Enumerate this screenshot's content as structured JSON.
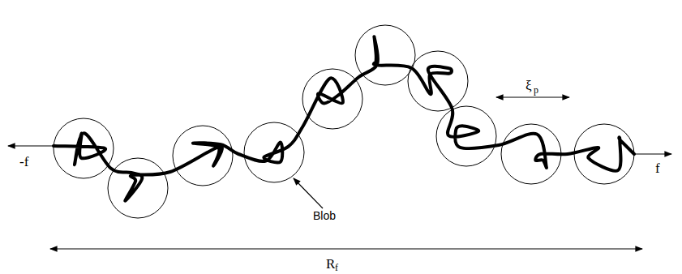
{
  "diagram": {
    "labels": [
      "-f",
      "f",
      "Blob",
      "ξ",
      "p",
      "R",
      "f"
    ]
  }
}
